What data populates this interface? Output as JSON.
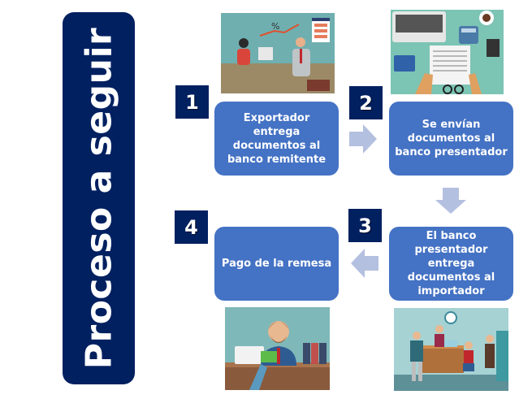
{
  "title": "Proceso a seguir",
  "colors": {
    "banner": "#002060",
    "step_box": "#4472C4",
    "number_box": "#002060",
    "arrow": "#B4C0E0"
  },
  "steps": [
    {
      "number": "1",
      "text": "Exportador entrega documentos al banco remitente",
      "illustration": "meeting-office-illustration"
    },
    {
      "number": "2",
      "text": "Se envían documentos al banco presentador",
      "illustration": "documents-desk-illustration"
    },
    {
      "number": "3",
      "text": "El banco presentador entrega documentos al importador",
      "illustration": "bank-lobby-illustration"
    },
    {
      "number": "4",
      "text": "Pago de la remesa",
      "illustration": "bank-teller-payment-illustration"
    }
  ],
  "arrows": [
    "arrow-right",
    "arrow-down",
    "arrow-left"
  ]
}
